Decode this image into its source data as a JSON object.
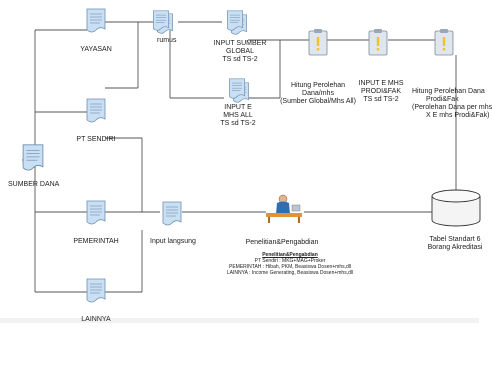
{
  "nodes": {
    "yayasan": "YAYASAN",
    "rumus": "rumus",
    "input_sumber_global": [
      "INPUT SUMBER",
      "GLOBAL",
      "TS sd TS-2"
    ],
    "input_e_mhs_all": [
      "INPUT E",
      "MHS ALL",
      "TS sd TS-2"
    ],
    "hitung_dana_mhs": [
      "Hitung Perolehan",
      "Dana/mhs",
      "(Sumber Global/Mhs All)"
    ],
    "input_e_mhs_prodi": [
      "INPUT E MHS",
      "PRODI&FAK",
      "TS sd TS-2"
    ],
    "hitung_dana_prodi": [
      "Hitung Perolehan Dana",
      "Prodi&Fak",
      "(Perolehan Dana per mhs",
      "X E mhs Prodi&Fak)"
    ],
    "pt_sendiri": "PT SENDIRI",
    "sumber_dana": "SUMBER DANA",
    "pemerintah": "PEMERINTAH",
    "input_langsung": "Input langsung",
    "penelitian_pengabdian": "Penelitian&Pengabdian",
    "tabel_standart": [
      "Tabel Standart 6",
      "Borang Akreditasi"
    ],
    "lainnya": "LAINNYA"
  },
  "note": {
    "title": "Penelitian&Pengabdian",
    "lines": [
      "PT Sendiri : MKG+MAG+Proker",
      "PEMERINTAH : Hibah, PKM, Beasiswa Dosen+mhs,dll",
      "LAINNYA : Income Generating, Beasiswa Dosen+mhs,dll"
    ]
  },
  "colors": {
    "doc_fill": "#c9dff3",
    "doc_stroke": "#6f8fae",
    "connector": "#555555",
    "clip_fill": "#dfe6ee",
    "clip_accent": "#f1c232",
    "cylinder_fill": "#f4f4f4",
    "person_body": "#2f6db5",
    "desk": "#e69138"
  }
}
